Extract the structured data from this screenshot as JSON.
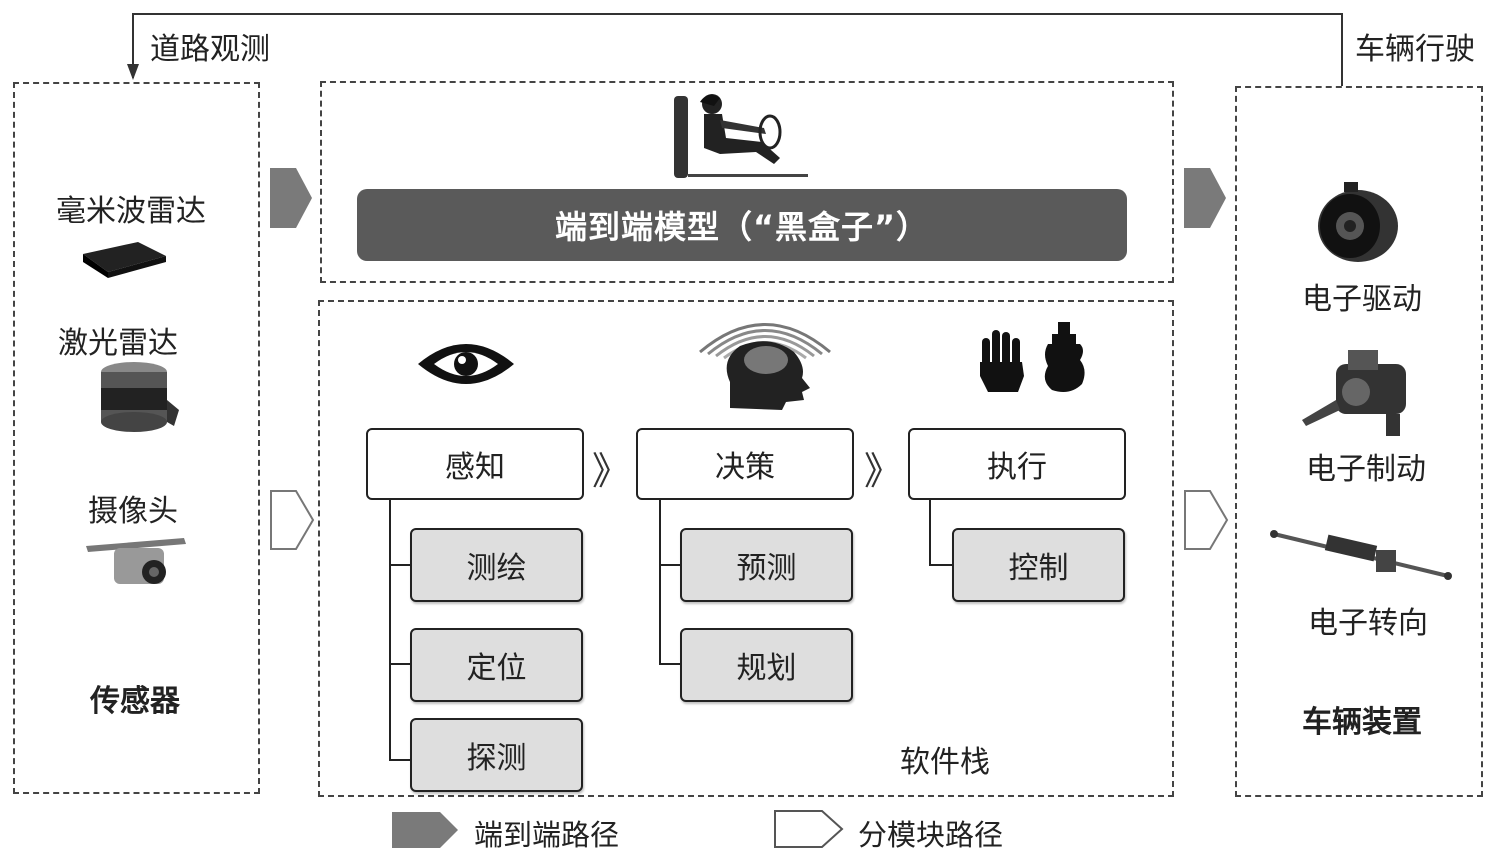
{
  "top_loop": {
    "left_label": "道路观测",
    "right_label": "车辆行驶"
  },
  "sensors": {
    "title": "传感器",
    "items": [
      "毫米波雷达",
      "激光雷达",
      "摄像头"
    ]
  },
  "end_to_end": {
    "model_label": "端到端模型（“黑盒子”）"
  },
  "software_stack": {
    "title": "软件栈",
    "stages": [
      {
        "label": "感知",
        "subs": [
          "测绘",
          "定位",
          "探测"
        ]
      },
      {
        "label": "决策",
        "subs": [
          "预测",
          "规划"
        ]
      },
      {
        "label": "执行",
        "subs": [
          "控制"
        ]
      }
    ],
    "separator": "》"
  },
  "vehicle": {
    "title": "车辆装置",
    "items": [
      "电子驱动",
      "电子制动",
      "电子转向"
    ]
  },
  "legend": {
    "end_to_end_path": "端到端路径",
    "modular_path": "分模块路径"
  },
  "colors": {
    "end_to_end_arrow": "#7a7a7a",
    "dark_bar": "#5a5a5a",
    "sub_box": "#dedede"
  },
  "icons": [
    "driver-icon",
    "eye-icon",
    "brain-signal-icon",
    "hand-icon",
    "actuator-icon",
    "radar-device-icon",
    "lidar-device-icon",
    "camera-device-icon",
    "motor-icon",
    "brake-icon",
    "steering-rack-icon"
  ]
}
